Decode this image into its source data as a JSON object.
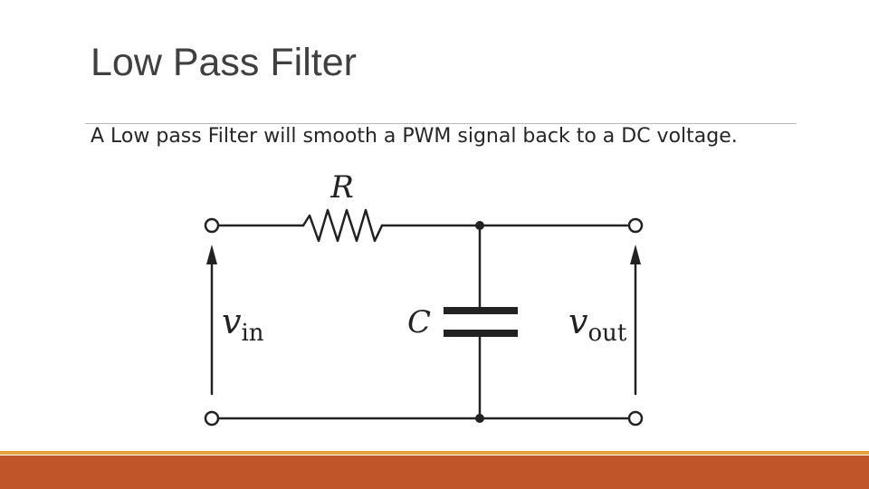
{
  "slide": {
    "title": "Low Pass Filter",
    "body": "A Low pass Filter will smooth a PWM signal back to a DC voltage."
  },
  "circuit": {
    "resistor_label": "R",
    "capacitor_label": "C",
    "vin_symbol": "v",
    "vin_subscript": "in",
    "vout_symbol": "v",
    "vout_subscript": "out"
  },
  "colors": {
    "title": "#404040",
    "body": "#262626",
    "band_thin": "#e8a23a",
    "band_thick": "#c0552a",
    "wire": "#222222"
  }
}
